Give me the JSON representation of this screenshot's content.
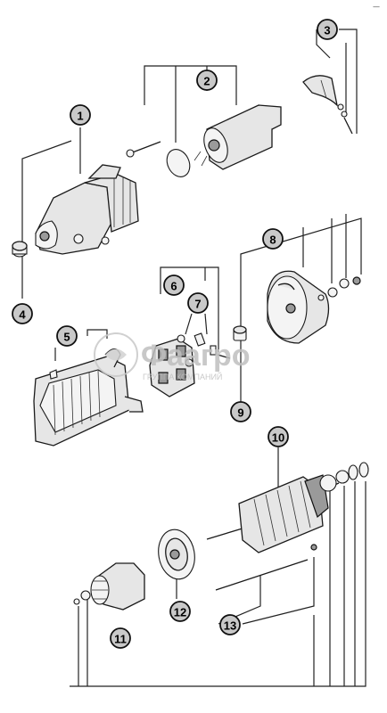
{
  "corner_mark": "—",
  "watermark": {
    "brand": "Фаагро",
    "tagline": "ГРУППА КОМПАНИЙ"
  },
  "callouts": [
    {
      "id": "c1",
      "label": "1"
    },
    {
      "id": "c2",
      "label": "2"
    },
    {
      "id": "c3",
      "label": "3"
    },
    {
      "id": "c4",
      "label": "4"
    },
    {
      "id": "c5",
      "label": "5"
    },
    {
      "id": "c6",
      "label": "6"
    },
    {
      "id": "c7",
      "label": "7"
    },
    {
      "id": "c8",
      "label": "8"
    },
    {
      "id": "c9",
      "label": "9"
    },
    {
      "id": "c10",
      "label": "10"
    },
    {
      "id": "c11",
      "label": "11"
    },
    {
      "id": "c12",
      "label": "12"
    },
    {
      "id": "c13",
      "label": "13"
    }
  ]
}
